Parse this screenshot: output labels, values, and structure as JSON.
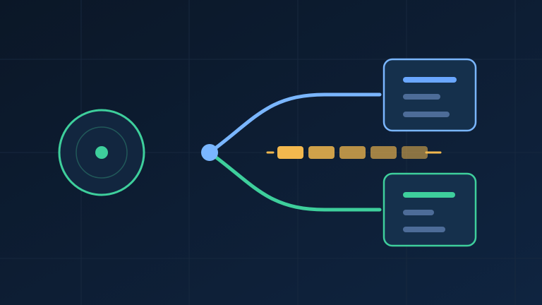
{
  "colors": {
    "bg_top": "#0b1727",
    "bg_bottom": "#0f2440",
    "grid": "#17283e",
    "teal": "#3ecf9c",
    "teal_ring": "#2c7a6a",
    "blue": "#7ab6ff",
    "amber": "#f2b84e",
    "card_fill": "#15304c",
    "card_line_blue": "#6aa7ff",
    "card_line_teal": "#3ecf9c",
    "card_line_muted": "#4d6c98"
  },
  "diagram": {
    "source_node": {
      "icon": "radar-target-icon"
    },
    "hub_node": {
      "icon": "junction-dot-icon"
    },
    "branches": [
      {
        "name": "upper",
        "color_key": "blue"
      },
      {
        "name": "lower",
        "color_key": "teal"
      }
    ],
    "queue": {
      "segment_count": 5,
      "opacity_levels": [
        1.0,
        0.85,
        0.75,
        0.65,
        0.55
      ]
    },
    "cards": [
      {
        "name": "upper-card",
        "accent": "blue",
        "line_count": 3
      },
      {
        "name": "lower-card",
        "accent": "teal",
        "line_count": 3
      }
    ]
  }
}
